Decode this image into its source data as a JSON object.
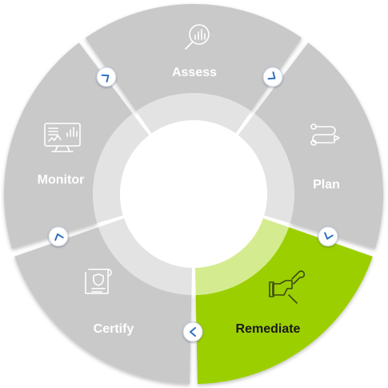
{
  "cycle": {
    "segments": [
      {
        "id": "assess",
        "label": "Assess",
        "icon": "magnifier-chart-icon",
        "active": false
      },
      {
        "id": "plan",
        "label": "Plan",
        "icon": "roadmap-path-icon",
        "active": false
      },
      {
        "id": "remediate",
        "label": "Remediate",
        "icon": "hand-wrench-icon",
        "active": true
      },
      {
        "id": "certify",
        "label": "Certify",
        "icon": "certificate-scroll-icon",
        "active": false
      },
      {
        "id": "monitor",
        "label": "Monitor",
        "icon": "monitor-dashboard-icon",
        "active": false
      }
    ]
  },
  "colors": {
    "segment_fill": "#c9c9c9",
    "active_fill": "#9ccf00",
    "ring_fill": "#e3e3e3",
    "active_ring_fill": "#d4ec8f",
    "label_text": "#ffffff",
    "active_label_text": "#1a1a1a",
    "connector_border": "#c7d3e6",
    "chevron": "#2f6fbf"
  }
}
